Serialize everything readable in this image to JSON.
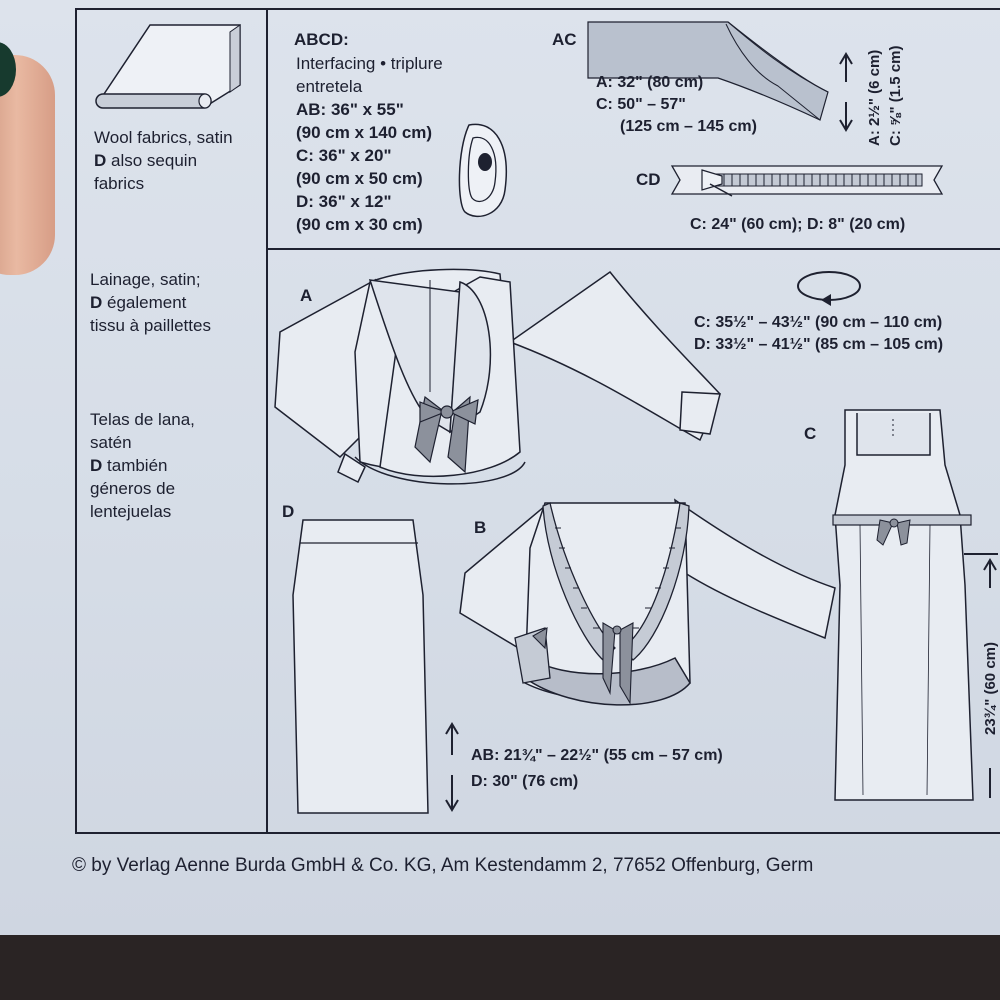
{
  "fabric": {
    "en": [
      "Wool fabrics, satin",
      "also sequin",
      "fabrics"
    ],
    "en_bold_prefix": "D",
    "fr": [
      "Lainage, satin;",
      "également",
      "tissu à paillettes"
    ],
    "fr_bold_prefix": "D",
    "es": [
      "Telas de lana,",
      "satén",
      "también",
      "géneros de",
      "lentejuelas"
    ],
    "es_bold_prefix": "D"
  },
  "interfacing": {
    "heading": "ABCD:",
    "name": "Interfacing • triplure",
    "name2": "entretela",
    "ab": "AB: 36\" x 55\"",
    "ab_metric": "(90 cm x 140 cm)",
    "c": "C: 36\" x 20\"",
    "c_metric": "(90 cm x 50 cm)",
    "d": "D: 36\" x 12\"",
    "d_metric": "(90 cm x 30 cm)"
  },
  "tape": {
    "label": "AC",
    "a": "A: 32\" (80 cm)",
    "c": "C: 50\" – 57\"",
    "c_metric": "(125 cm – 145 cm)",
    "width_a": "A: 2½\" (6 cm)",
    "width_c": "C: ⅝\" (1.5 cm)"
  },
  "zipper": {
    "label": "CD",
    "lengths": "C: 24\" (60 cm); D: 8\" (20 cm)"
  },
  "waist": {
    "c": "C: 35½\" – 43½\" (90 cm – 110 cm)",
    "d": "D: 33½\" – 41½\" (85 cm – 105 cm)"
  },
  "lengths": {
    "ab": "AB: 21¾\" – 22½\" (55 cm – 57 cm)",
    "d": "D: 30\" (76 cm)",
    "c_partial": "23¾\" (60 cm)"
  },
  "views": {
    "a": "A",
    "b": "B",
    "c": "C",
    "d": "D"
  },
  "footer": "© by Verlag Aenne Burda GmbH & Co. KG, Am Kestendamm 2, 77652 Offenburg, Germ"
}
